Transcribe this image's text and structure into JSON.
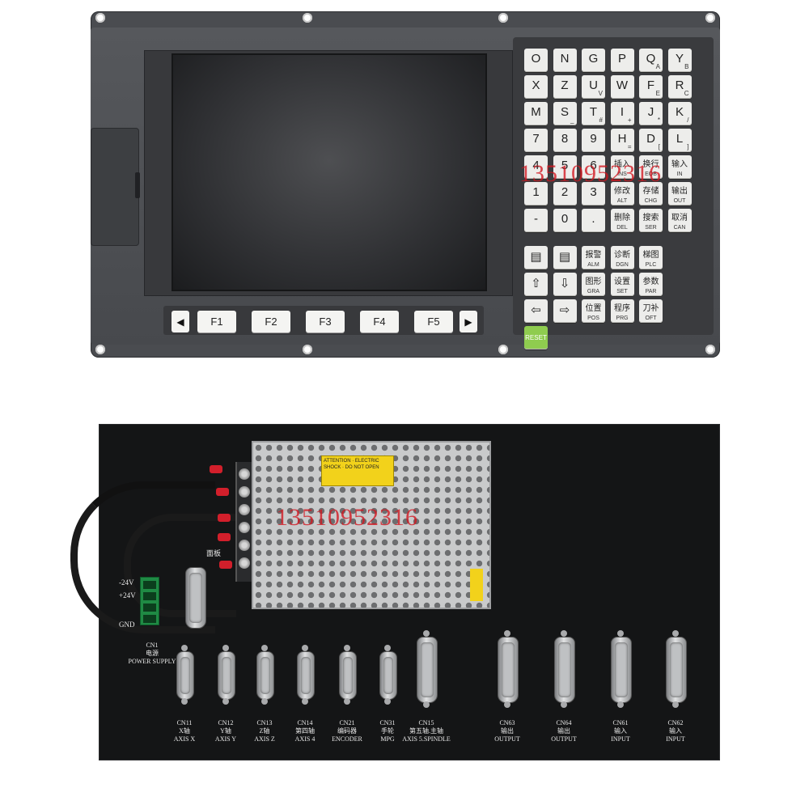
{
  "front_panel": {
    "function_keys": [
      "F1",
      "F2",
      "F3",
      "F4",
      "F5"
    ],
    "nav_left_icon": "triangle-left-icon",
    "nav_right_icon": "triangle-right-icon",
    "keys": [
      {
        "main": "O",
        "sub": ""
      },
      {
        "main": "N",
        "sub": ""
      },
      {
        "main": "G",
        "sub": ""
      },
      {
        "main": "P",
        "sub": ""
      },
      {
        "main": "Q",
        "sub": "A"
      },
      {
        "main": "Y",
        "sub": "B"
      },
      {
        "main": "X",
        "sub": ""
      },
      {
        "main": "Z",
        "sub": ""
      },
      {
        "main": "U",
        "sub": "V"
      },
      {
        "main": "W",
        "sub": ""
      },
      {
        "main": "F",
        "sub": "E"
      },
      {
        "main": "R",
        "sub": "C"
      },
      {
        "main": "M",
        "sub": ""
      },
      {
        "main": "S",
        "sub": "_"
      },
      {
        "main": "T",
        "sub": "#"
      },
      {
        "main": "I",
        "sub": "+"
      },
      {
        "main": "J",
        "sub": "*"
      },
      {
        "main": "K",
        "sub": "/"
      },
      {
        "main": "7",
        "sub": ""
      },
      {
        "main": "8",
        "sub": ""
      },
      {
        "main": "9",
        "sub": ""
      },
      {
        "main": "H",
        "sub": "="
      },
      {
        "main": "D",
        "sub": "["
      },
      {
        "main": "L",
        "sub": "]"
      },
      {
        "main": "4",
        "sub": ""
      },
      {
        "main": "5",
        "sub": ""
      },
      {
        "main": "6",
        "sub": ""
      },
      {
        "main": "插入",
        "sub": "INS"
      },
      {
        "main": "换行",
        "sub": "EOB"
      },
      {
        "main": "输入",
        "sub": "IN"
      },
      {
        "main": "1",
        "sub": ""
      },
      {
        "main": "2",
        "sub": ""
      },
      {
        "main": "3",
        "sub": ""
      },
      {
        "main": "修改",
        "sub": "ALT"
      },
      {
        "main": "存储",
        "sub": "CHG"
      },
      {
        "main": "输出",
        "sub": "OUT"
      },
      {
        "main": "-",
        "sub": ""
      },
      {
        "main": "0",
        "sub": ""
      },
      {
        "main": ".",
        "sub": ""
      },
      {
        "main": "删除",
        "sub": "DEL"
      },
      {
        "main": "搜索",
        "sub": "SER"
      },
      {
        "main": "取消",
        "sub": "CAN"
      }
    ],
    "func_keys": [
      {
        "main": "▤",
        "sub": ""
      },
      {
        "main": "▤",
        "sub": ""
      },
      {
        "main": "报警",
        "sub": "ALM"
      },
      {
        "main": "诊断",
        "sub": "DGN"
      },
      {
        "main": "梯图",
        "sub": "PLC"
      },
      {
        "main": "⇧",
        "sub": ""
      },
      {
        "main": "⇩",
        "sub": ""
      },
      {
        "main": "图形",
        "sub": "GRA"
      },
      {
        "main": "设置",
        "sub": "SET"
      },
      {
        "main": "参数",
        "sub": "PAR"
      },
      {
        "main": "⇦",
        "sub": ""
      },
      {
        "main": "⇨",
        "sub": ""
      },
      {
        "main": "位置",
        "sub": "POS"
      },
      {
        "main": "程序",
        "sub": "PRG"
      },
      {
        "main": "刀补",
        "sub": "OFT"
      },
      {
        "main": "RESET",
        "sub": ""
      }
    ],
    "watermark": "13510952316"
  },
  "back_panel": {
    "psu_label": "ATTENTION · ELECTRIC SHOCK · DO NOT OPEN",
    "watermark": "13510952316",
    "panel_label": "面板",
    "power_labels": {
      "v24_minus": "-24V",
      "v24_plus": "+24V",
      "gnd": "GND"
    },
    "power_connector": {
      "id": "CN1",
      "cn": "电源",
      "en": "POWER SUPPLY"
    },
    "connectors": [
      {
        "id": "CN11",
        "cn": "X轴",
        "en": "AXIS X"
      },
      {
        "id": "CN12",
        "cn": "Y轴",
        "en": "AXIS Y"
      },
      {
        "id": "CN13",
        "cn": "Z轴",
        "en": "AXIS Z"
      },
      {
        "id": "CN14",
        "cn": "第四轴",
        "en": "AXIS 4"
      },
      {
        "id": "CN21",
        "cn": "编码器",
        "en": "ENCODER"
      },
      {
        "id": "CN31",
        "cn": "手轮",
        "en": "MPG"
      },
      {
        "id": "CN15",
        "cn": "第五轴.主轴",
        "en": "AXIS 5.SPINDLE"
      },
      {
        "id": "CN63",
        "cn": "输出",
        "en": "OUTPUT"
      },
      {
        "id": "CN64",
        "cn": "输出",
        "en": "OUTPUT"
      },
      {
        "id": "CN61",
        "cn": "输入",
        "en": "INPUT"
      },
      {
        "id": "CN62",
        "cn": "输入",
        "en": "INPUT"
      }
    ]
  }
}
